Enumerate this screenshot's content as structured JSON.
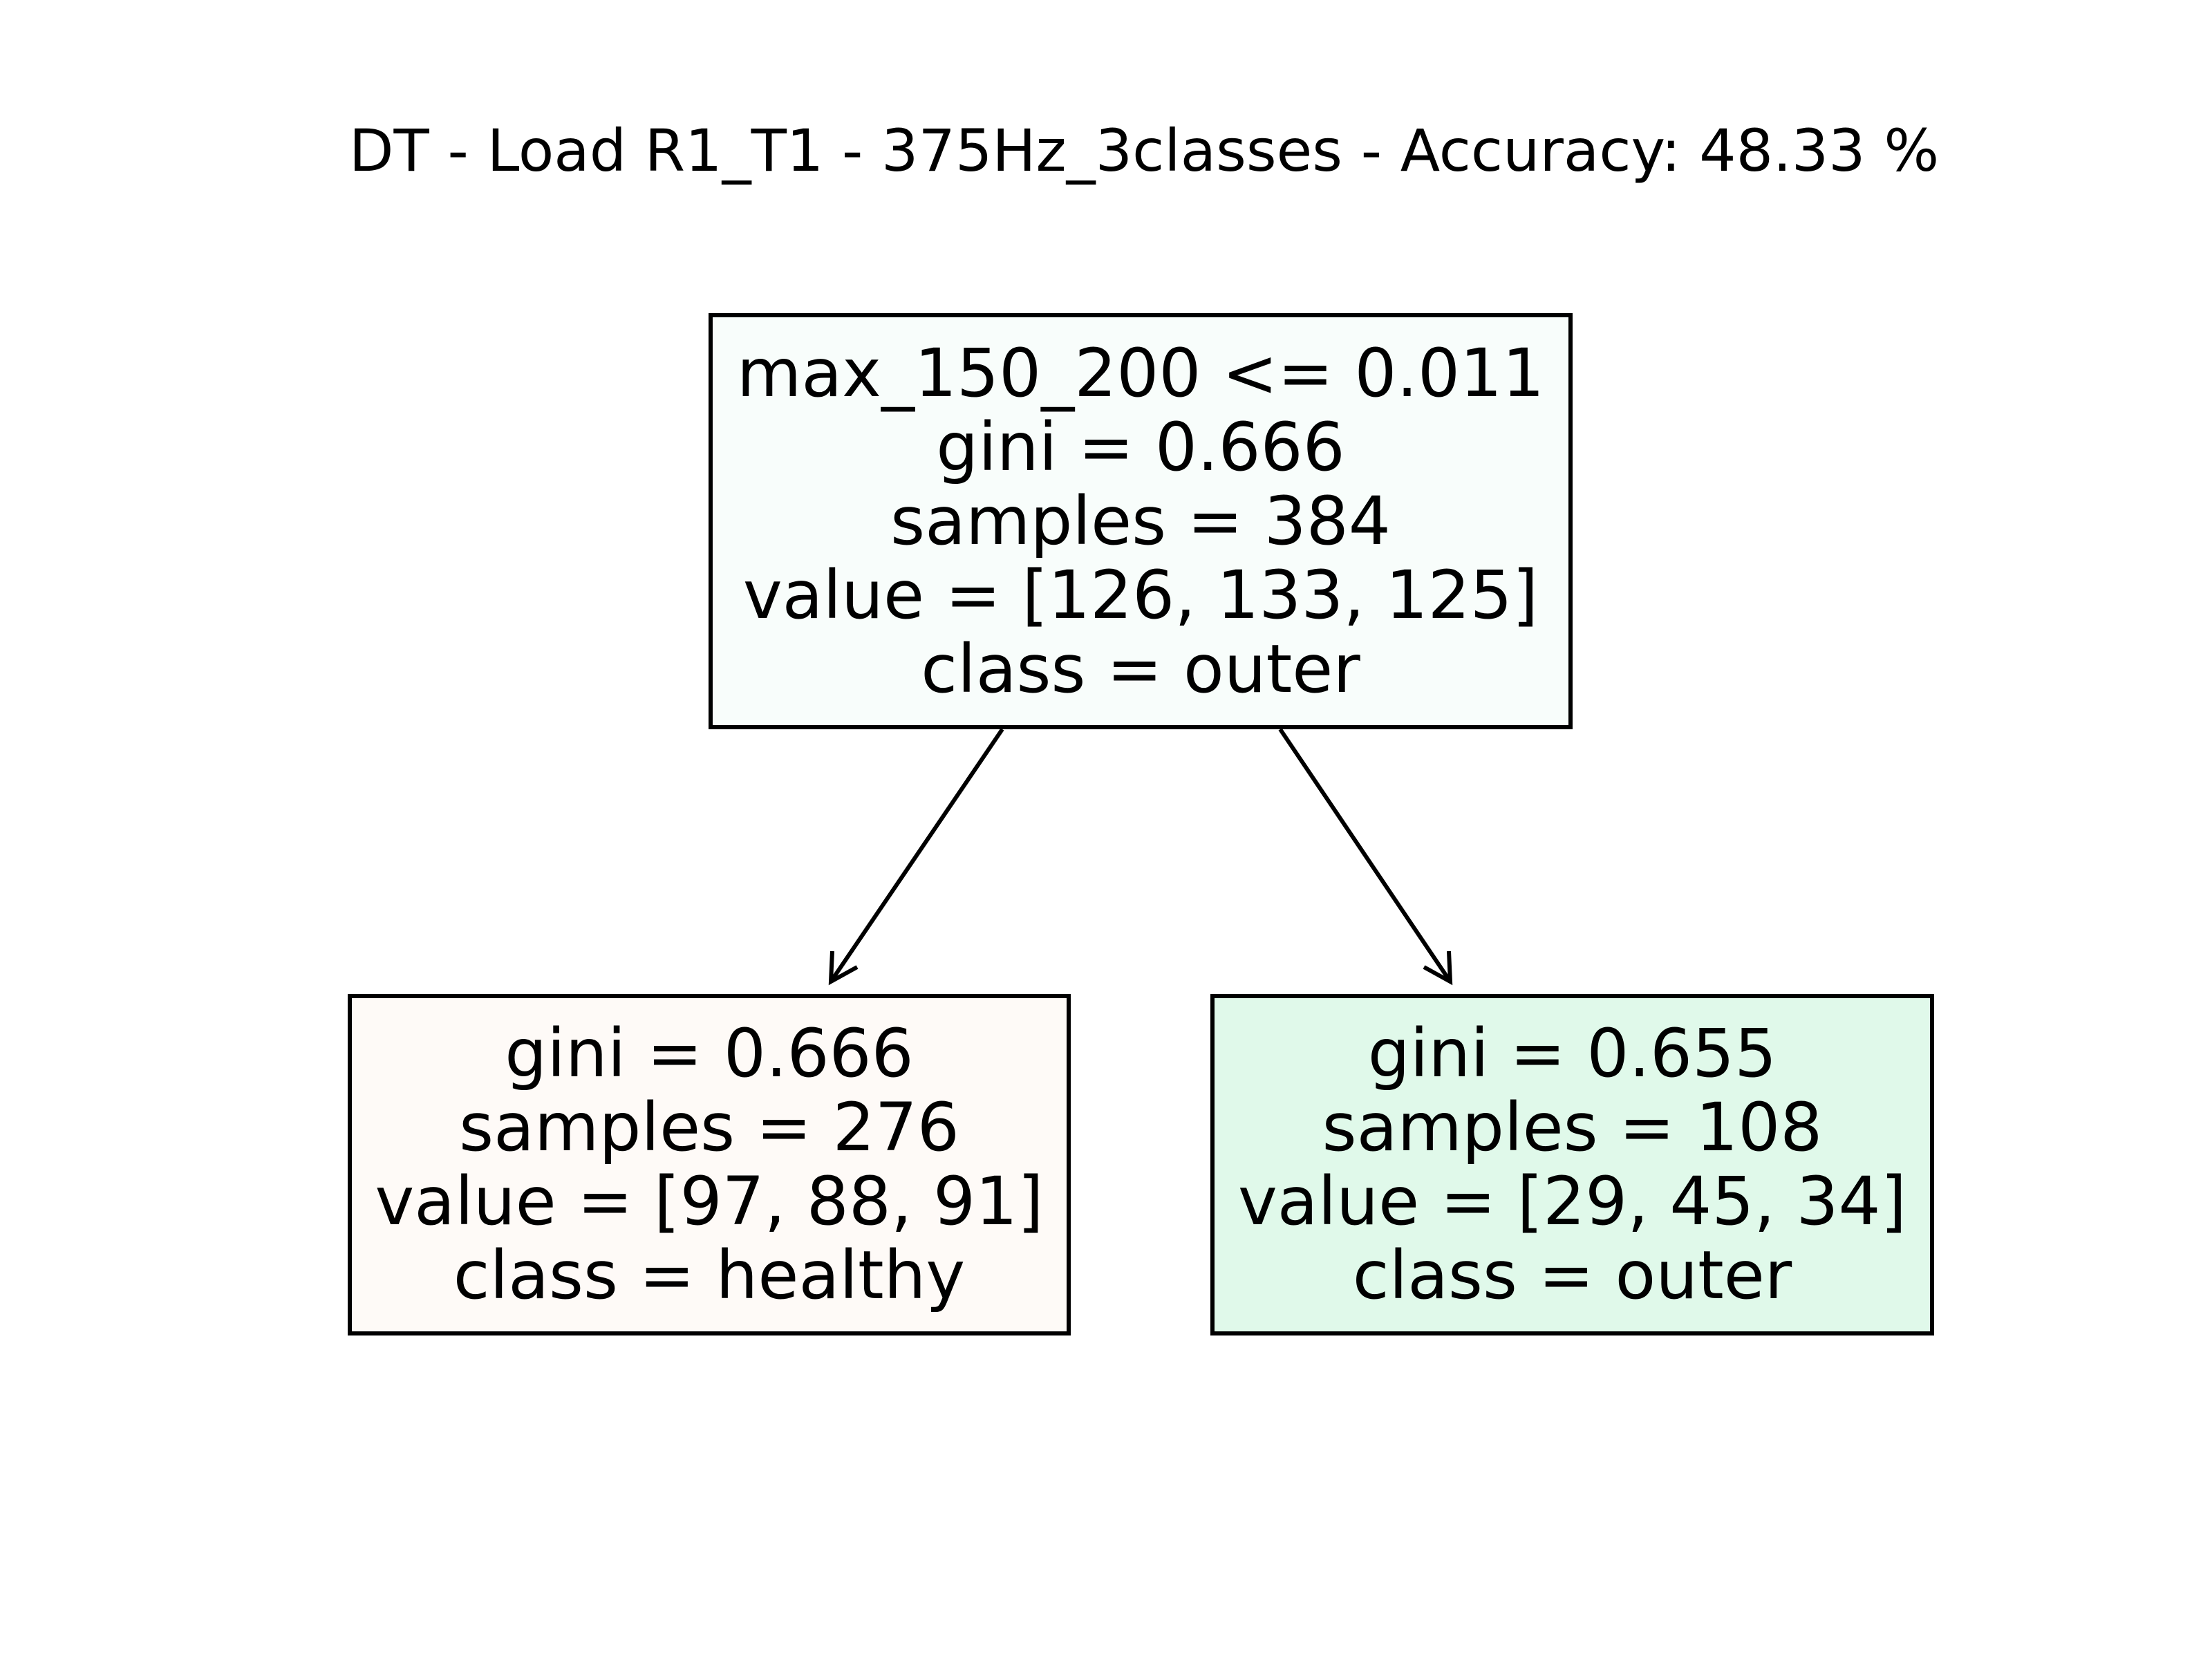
{
  "title": "DT - Load R1_T1 - 375Hz_3classes - Accuracy: 48.33 %",
  "nodes": {
    "root": {
      "split": "max_150_200 <= 0.011",
      "gini": "gini = 0.666",
      "samples": "samples = 384",
      "value": "value = [126, 133, 125]",
      "class": "class = outer",
      "fill": "#f8fdfb"
    },
    "left": {
      "gini": "gini = 0.666",
      "samples": "samples = 276",
      "value": "value = [97, 88, 91]",
      "class": "class = healthy",
      "fill": "#fefaf7"
    },
    "right": {
      "gini": "gini = 0.655",
      "samples": "samples = 108",
      "value": "value = [29, 45, 34]",
      "class": "class = outer",
      "fill": "#e0f9ea"
    }
  },
  "colors": {
    "border": "#000000",
    "edge": "#000000"
  }
}
